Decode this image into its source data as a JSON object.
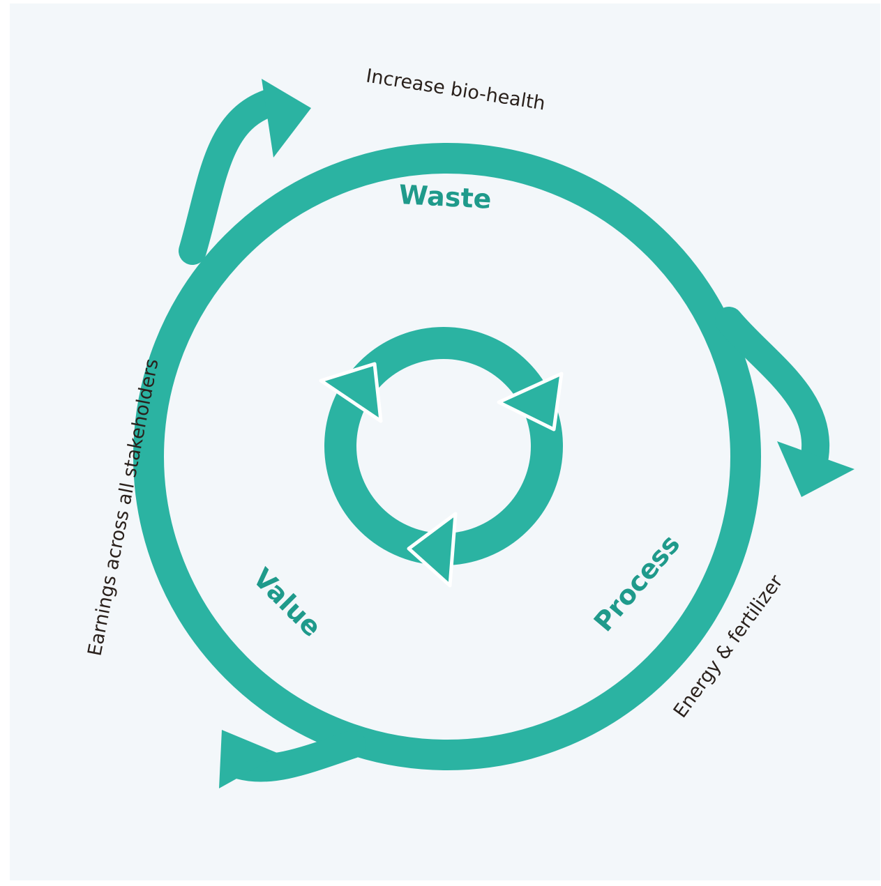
{
  "colors": {
    "background": "#f3f7fa",
    "teal": "#2bb3a2",
    "stage_text": "#1f9a8b",
    "flow_text": "#2a211c",
    "border": "#ffffff"
  },
  "stages": {
    "waste": "Waste",
    "process": "Process",
    "value": "Value"
  },
  "outcomes": {
    "bio_health": "Increase bio-health",
    "energy": "Energy & fertilizer",
    "earnings": "Earnings across all stakeholders"
  },
  "icons": {
    "center": "recycle-cycle-icon"
  }
}
